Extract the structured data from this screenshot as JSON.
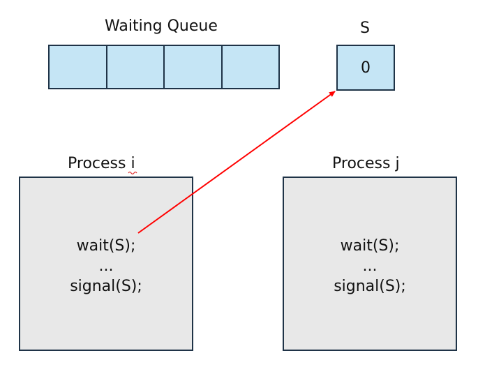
{
  "queue": {
    "title": "Waiting Queue",
    "slots": [
      "",
      "",
      "",
      ""
    ]
  },
  "semaphore": {
    "name": "S",
    "value": "0"
  },
  "process_i": {
    "title": "Process i",
    "lines": [
      "wait(S);",
      "...",
      "signal(S);"
    ]
  },
  "process_j": {
    "title": "Process j",
    "lines": [
      "wait(S);",
      "...",
      "signal(S);"
    ]
  },
  "colors": {
    "queue_fill": "#c5e5f5",
    "process_fill": "#e8e8e8",
    "border": "#1f3347",
    "arrow": "#ff0000"
  }
}
